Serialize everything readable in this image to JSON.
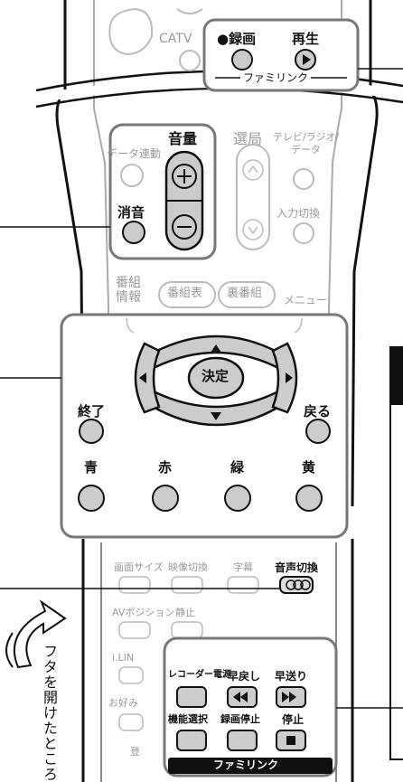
{
  "top_group": {
    "catv": "CATV",
    "rec_label": "●録画",
    "play_label": "再生",
    "famlink_label": "ファミリンク"
  },
  "volume_group": {
    "data_link_label": "データ連動",
    "volume_label": "音量",
    "mute_label": "消音",
    "channel_select_label": "選局",
    "tv_radio_data_label1": "テレビ/ラジオ/",
    "tv_radio_data_label2": "データ",
    "input_switch_label": "入力切換",
    "program_info_label1": "番組",
    "program_info_label2": "情報",
    "guide_label": "番組表",
    "back_program_label": "裏番組",
    "menu_label": "メニュー"
  },
  "nav_group": {
    "enter_label": "決定",
    "exit_label": "終了",
    "return_label": "戻る",
    "blue_label": "青",
    "red_label": "赤",
    "green_label": "緑",
    "yellow_label": "黄"
  },
  "lower_panel": {
    "screen_size_label": "画面サイズ",
    "picture_switch_label": "映像切換",
    "subtitle_label": "字幕",
    "audio_switch_label": "音声切換",
    "av_position_label": "AVポジション",
    "freeze_label": "静止",
    "ilink_label": "i.LIN",
    "favorites_label": "お好み",
    "register_label": "登",
    "open_lid_caption": "フタを開けたところ"
  },
  "famlink_group": {
    "recorder_power_label": "レコーダー電源",
    "rewind_label": "早戻し",
    "fast_forward_label": "早送り",
    "function_select_label": "機能選択",
    "rec_stop_label": "録画停止",
    "stop_label": "停止",
    "famlink_label": "ファミリンク"
  }
}
